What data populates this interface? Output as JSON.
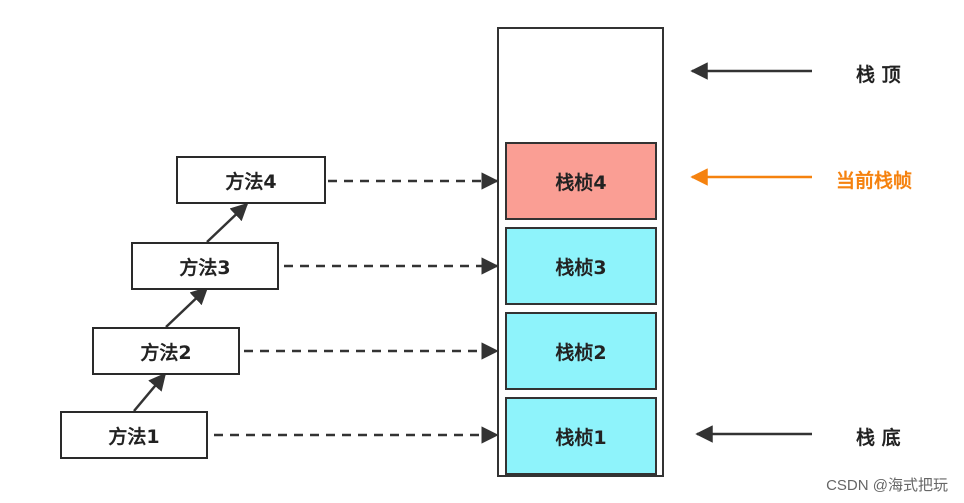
{
  "methods": [
    {
      "label": "方法1"
    },
    {
      "label": "方法2"
    },
    {
      "label": "方法3"
    },
    {
      "label": "方法4"
    }
  ],
  "frames": [
    {
      "label": "栈桢1",
      "color": "#8ef3fb"
    },
    {
      "label": "栈桢2",
      "color": "#8ef3fb"
    },
    {
      "label": "栈桢3",
      "color": "#8ef3fb"
    },
    {
      "label": "栈桢4",
      "color": "#fa9e94"
    }
  ],
  "labels": {
    "stack_top": "栈 顶",
    "current_frame": "当前栈帧",
    "stack_bottom": "栈 底"
  },
  "colors": {
    "current_frame": "#f5820f",
    "arrow": "#333333"
  },
  "watermark": "CSDN @海式把玩"
}
